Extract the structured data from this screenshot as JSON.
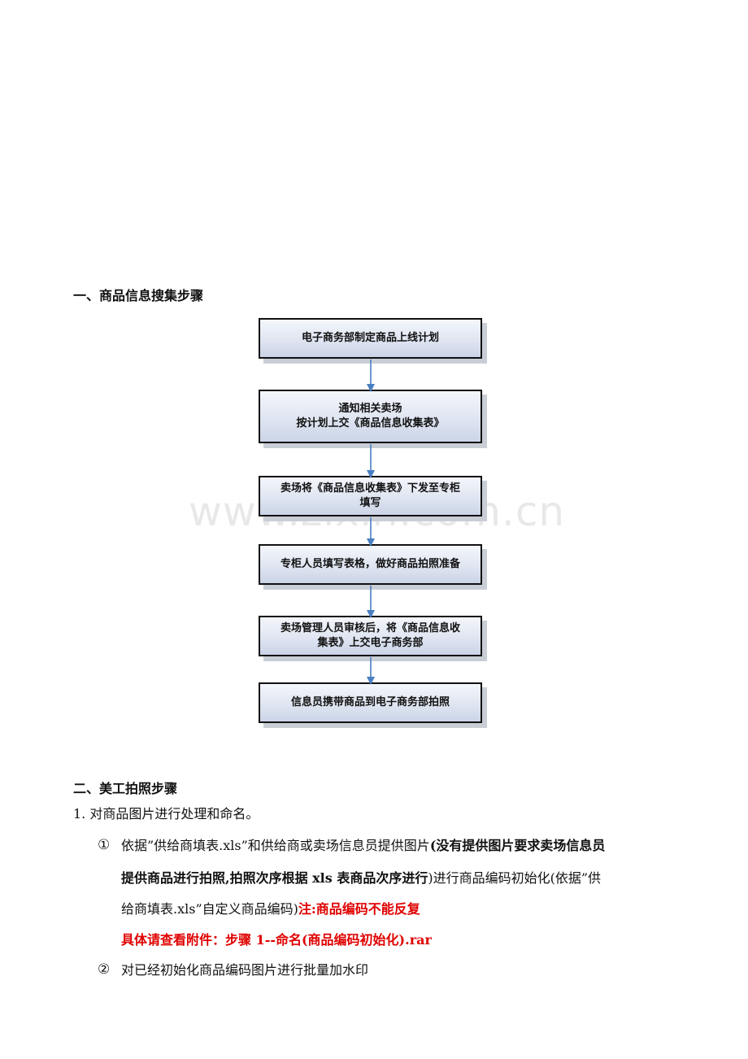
{
  "section1": {
    "title": "一、商品信息搜集步骤"
  },
  "flow": {
    "steps": [
      {
        "lines": [
          "电子商务部制定商品上线计划"
        ]
      },
      {
        "lines": [
          "通知相关卖场",
          "按计划上交《商品信息收集表》"
        ]
      },
      {
        "lines": [
          "卖场将《商品信息收集表》下发至专柜",
          "填写"
        ]
      },
      {
        "lines": [
          "专柜人员填写表格，做好商品拍照准备"
        ]
      },
      {
        "lines": [
          "卖场管理人员审核后，将《商品信息收",
          "集表》上交电子商务部"
        ]
      },
      {
        "lines": [
          "信息员携带商品到电子商务部拍照"
        ]
      }
    ],
    "box_color": "#d6dcea",
    "arrow_color": "#4a7ec2"
  },
  "watermark": "www.zixin.com.cn",
  "section2": {
    "title": "二、美工拍照步骤",
    "p1": "1.  对商品图片进行处理和命名。",
    "item1": {
      "num": "①",
      "l1_a": "依据”供给商填表.xls”和供给商或卖场信息员提供图片",
      "l1_b": "(没有提供图片要求卖场信息员",
      "l2_a": "提供商品进行拍照,拍照次序根据 xls 表商品次序进行",
      "l2_b": ")进行商品编码初始化(依据”供",
      "l3_a": "给商填表.xls”自定义商品编码)",
      "l3_b": "注:商品编码不能反复",
      "l4": "具体请查看附件：步骤 1--命名(商品编码初始化).rar"
    },
    "item2": {
      "num": "②",
      "text": "对已经初始化商品编码图片进行批量加水印"
    }
  }
}
